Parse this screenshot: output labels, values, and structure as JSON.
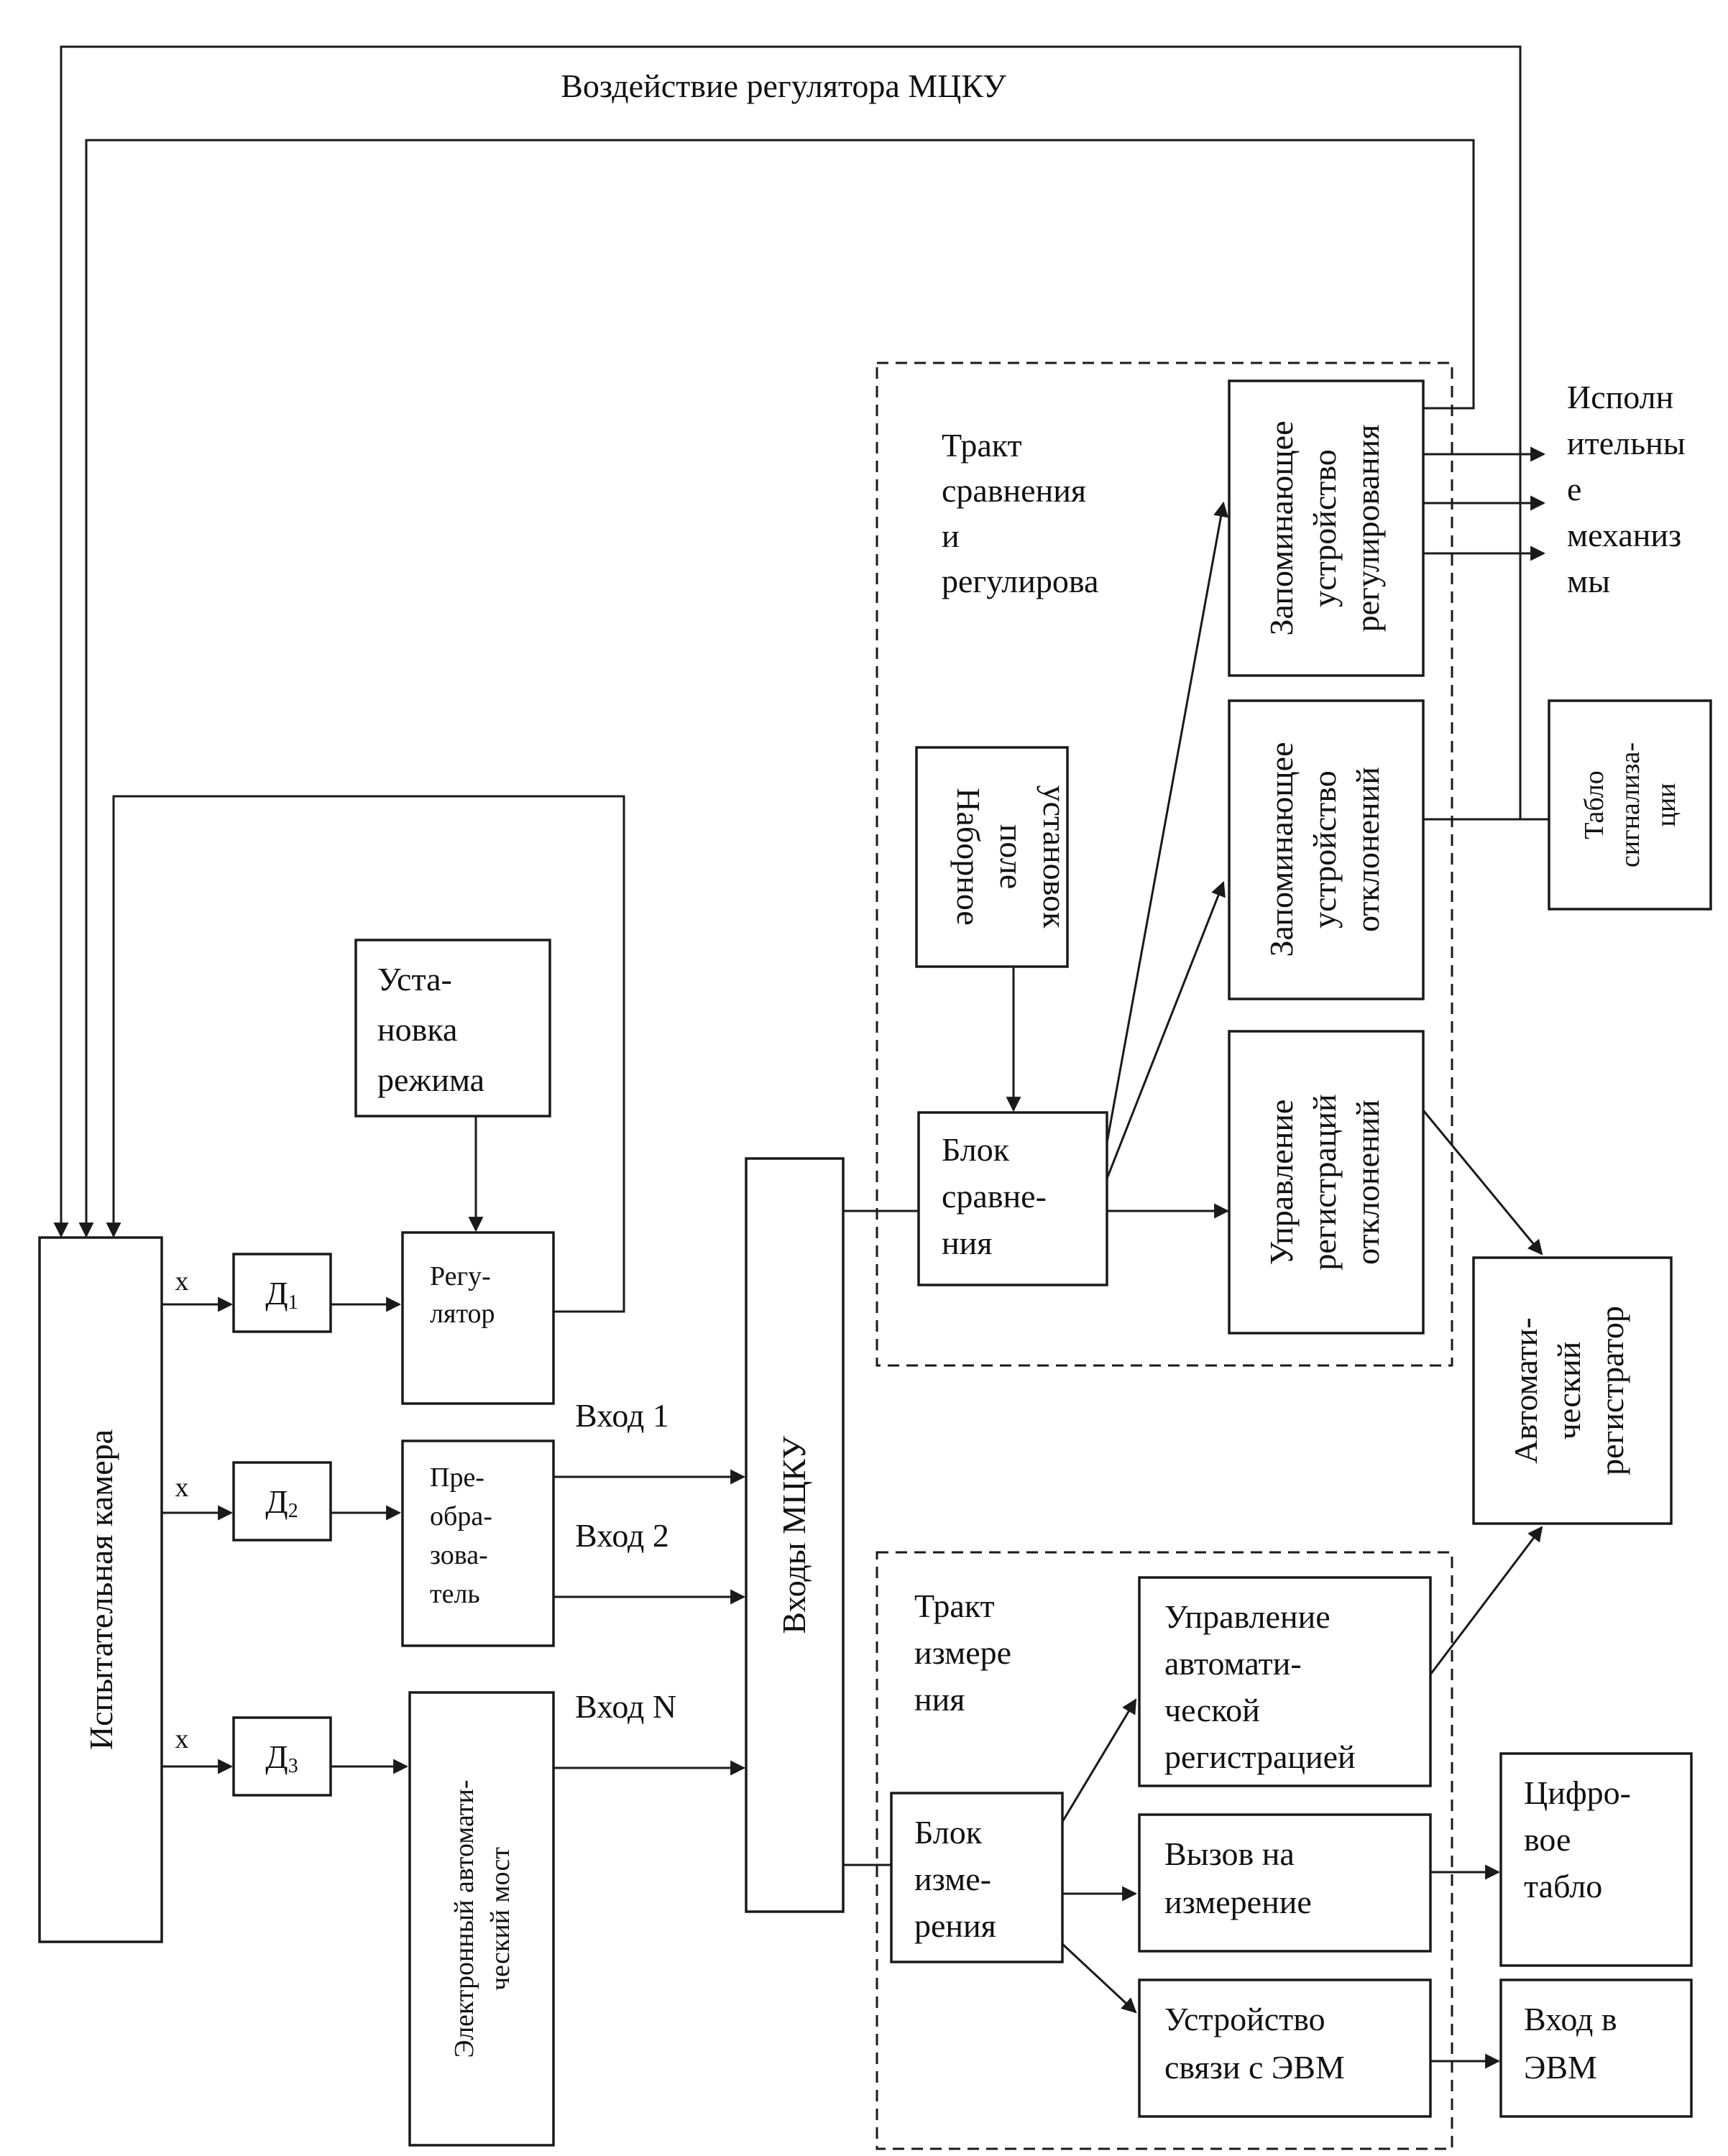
{
  "title": "Воздействие регулятора МЦКУ",
  "blocks": {
    "chamber": "Испытательная камера",
    "d1": "Д",
    "d1_sub": "1",
    "d2": "Д",
    "d2_sub": "2",
    "d3": "Д",
    "d3_sub": "3",
    "x1": "х",
    "x2": "х",
    "x3": "х",
    "mode": [
      "Уста-",
      "новка",
      "режима"
    ],
    "regulator": [
      "Регу-",
      "лятор"
    ],
    "converter": [
      "Пре-",
      "обра-",
      "зова-",
      "тель"
    ],
    "bridge": [
      "Электронный автомати-",
      "ческий мост"
    ],
    "inputs": "Входы МЦКУ",
    "in1": "Вход 1",
    "in2": "Вход 2",
    "inN": "Вход N",
    "compare_tract": [
      "Тракт",
      "сравнения",
      "и",
      "регулирова"
    ],
    "settings": [
      "Наборное",
      "поле",
      "установок"
    ],
    "compare": [
      "Блок",
      "сравне-",
      "ния"
    ],
    "mem_reg": [
      "Запоминающее",
      "устройство",
      "регулирования"
    ],
    "mem_dev": [
      "Запоминающее",
      "устройство",
      "отклонений"
    ],
    "ctrl_dev": [
      "Управление",
      "регистраций",
      "отклонений"
    ],
    "actuators": [
      "Исполн",
      "ительны",
      "е",
      "механиз",
      "мы"
    ],
    "signal": [
      "Табло",
      "сигнализа-",
      "ции"
    ],
    "recorder": [
      "Автомати-",
      "ческий",
      "регистратор"
    ],
    "measure_tract": [
      "Тракт",
      "измере",
      "ния"
    ],
    "measure": [
      "Блок",
      "изме-",
      "рения"
    ],
    "ctrl_auto": [
      "Управление",
      "автомати-",
      "ческой",
      "регистрацией"
    ],
    "call": [
      "Вызов на",
      "измерение"
    ],
    "comm": [
      "Устройство",
      "связи с ЭВМ"
    ],
    "digital": [
      "Цифро-",
      "вое",
      "табло"
    ],
    "computer": [
      "Вход в",
      "ЭВМ"
    ]
  }
}
